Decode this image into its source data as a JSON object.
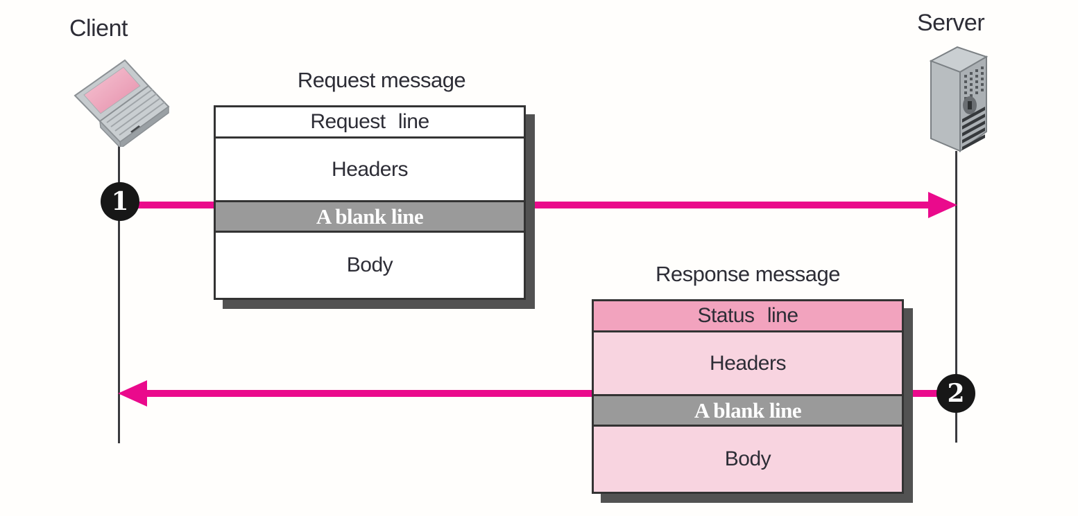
{
  "diagram": {
    "client_label": "Client",
    "server_label": "Server",
    "request": {
      "title": "Request message",
      "rows": [
        {
          "label": "Request line"
        },
        {
          "label": "Headers"
        },
        {
          "label": "A blank line"
        },
        {
          "label": "Body"
        }
      ],
      "step_number": "1"
    },
    "response": {
      "title": "Response message",
      "rows": [
        {
          "label": "Status line"
        },
        {
          "label": "Headers"
        },
        {
          "label": "A blank line"
        },
        {
          "label": "Body"
        }
      ],
      "step_number": "2"
    },
    "colors": {
      "arrow": "#ea0a8c",
      "blank_line_band": "#9a9a9a",
      "status_line_fill": "#f2a3be",
      "response_fill": "#f8d4e0",
      "request_fill": "#ffffff",
      "box_border": "#333333",
      "box_shadow": "#525252",
      "badge_background": "#171717",
      "badge_text": "#ffffff",
      "laptop_screen_pink": "#eeaac0",
      "device_gray": "#b9bec2"
    }
  }
}
